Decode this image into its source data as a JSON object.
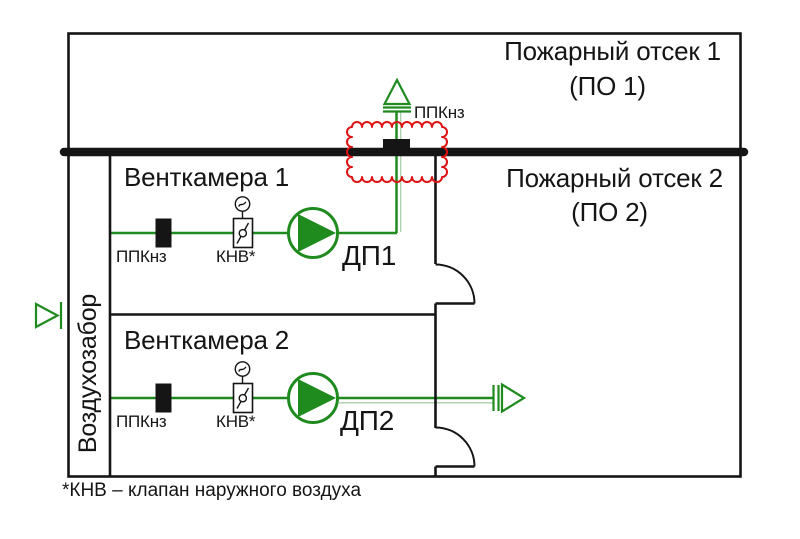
{
  "labels": {
    "compartment1_title": "Пожарный отсек 1",
    "compartment1_code": "(ПО 1)",
    "compartment2_title": "Пожарный отсек 2",
    "compartment2_code": "(ПО 2)",
    "ventroom1_title": "Венткамера 1",
    "ventroom2_title": "Венткамера 2",
    "fire_damper": "ППКнз",
    "roof_fire_damper": "ППКнз",
    "outdoor_air_valve": "КНВ*",
    "fan1": "ДП1",
    "fan2": "ДП2",
    "air_intake": "Воздухозабор",
    "footnote": "*КНВ – клапан наружного воздуха"
  },
  "icons": {
    "fan-icon": "circle with right-pointing filled triangle",
    "fire-damper-icon": "solid black rectangle on duct",
    "outdoor-air-valve-icon": "rectangle with diagonal blade and round electric actuator",
    "exhaust-outlet-icon": "open triangle pointing up over double bar",
    "supply-outlet-icon": "open triangle pointing right after double bar",
    "air-intake-icon": "open triangle pointing right against bar",
    "revision-cloud-icon": "red scalloped highlight cloud"
  },
  "colors": {
    "ink": "#151515",
    "duct_green": "#1f8b1f",
    "duct_green_light": "#a9cfa9",
    "highlight_red": "#dd1111",
    "background": "#ffffff"
  }
}
